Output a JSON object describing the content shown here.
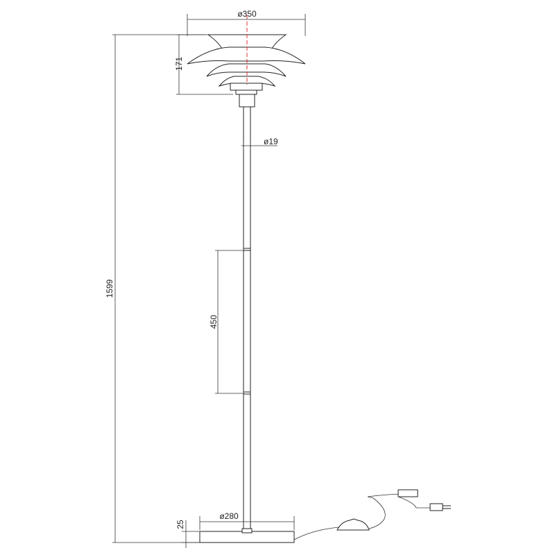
{
  "dimensions": {
    "shade_diameter": "ø350",
    "shade_height": "171",
    "stem_diameter": "ø19",
    "total_height": "1599",
    "segment_length": "450",
    "base_diameter": "ø280",
    "base_height": "25"
  },
  "colors": {
    "line": "#222222",
    "center_line": "#e03030",
    "background": "#ffffff"
  }
}
